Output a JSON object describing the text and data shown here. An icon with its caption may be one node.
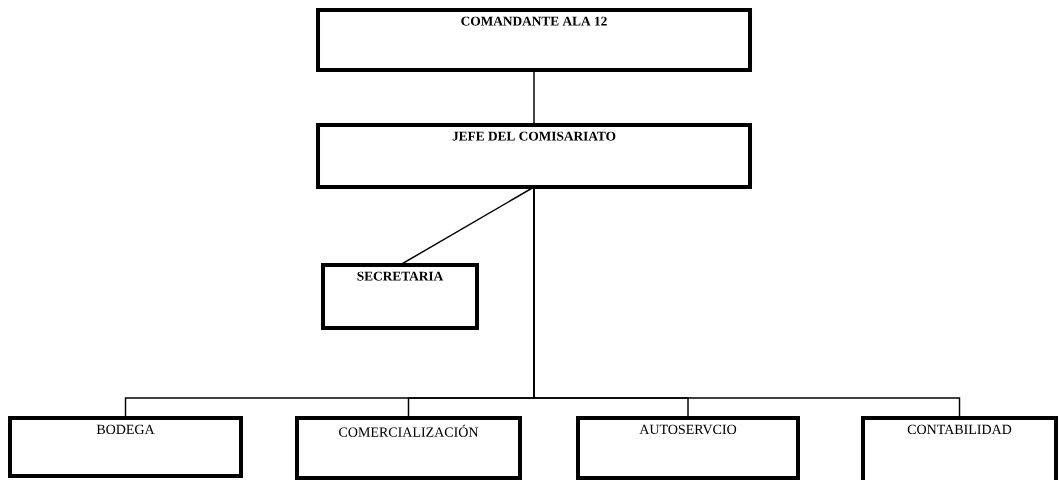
{
  "diagram": {
    "nodes": [
      {
        "text": [
          "COMANDANTE ALA 12"
        ]
      },
      {
        "text": [
          "JEFE  DEL COMISARIATO"
        ]
      },
      {
        "text": [
          "SECRETARIA"
        ]
      },
      {
        "text": [
          "BODEGA"
        ]
      },
      {
        "text": [
          "COMERCIALIZACIÓN"
        ]
      },
      {
        "text": [
          "AUTOSERVCIO"
        ]
      },
      {
        "text": [
          "CONTABILIDAD"
        ]
      }
    ],
    "edges": [
      {
        "from": 0,
        "to": 1,
        "arrow": "none"
      },
      {
        "from": 1,
        "to": 2,
        "arrow": "none"
      },
      {
        "from": 1,
        "to": 3,
        "arrow": "none"
      },
      {
        "from": 1,
        "to": 4,
        "arrow": "none"
      },
      {
        "from": 1,
        "to": 5,
        "arrow": "none"
      },
      {
        "from": 1,
        "to": 6,
        "arrow": "none"
      }
    ]
  }
}
